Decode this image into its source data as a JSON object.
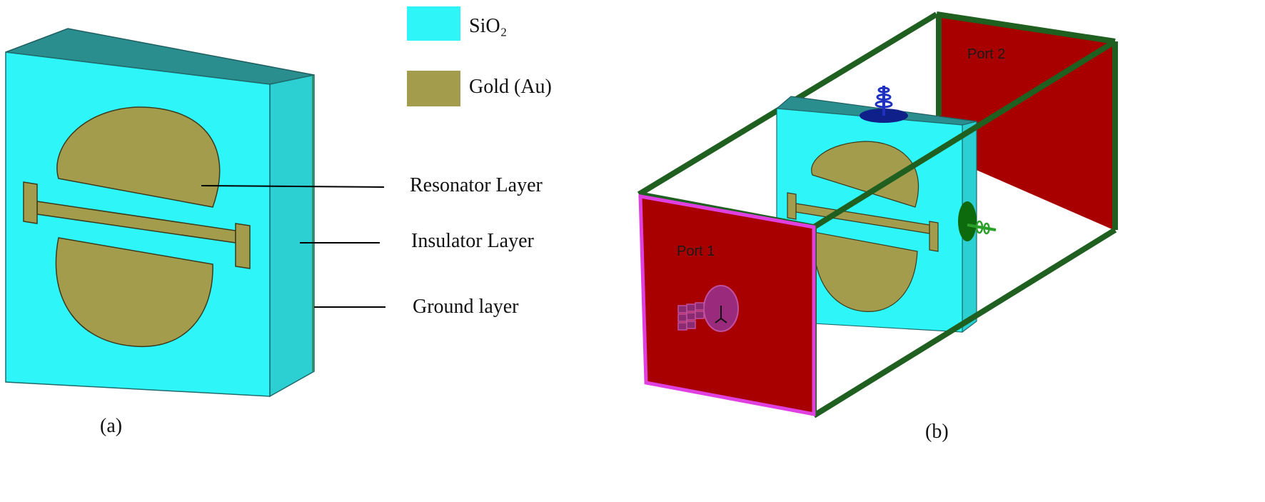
{
  "legend": {
    "items": [
      {
        "label": "SiO₂",
        "color": "#2ef6f8"
      },
      {
        "label": "Gold (Au)",
        "color": "#a29c4c"
      }
    ]
  },
  "panel_a": {
    "caption": "(a)",
    "callouts": {
      "resonator": "Resonator Layer",
      "insulator": "Insulator Layer",
      "ground": "Ground layer"
    }
  },
  "panel_b": {
    "caption": "(b)",
    "ports": {
      "port1": "Port 1",
      "port2": "Port 2"
    }
  },
  "colors": {
    "sio2_front": "#2ef6f8",
    "sio2_top": "#2a8e8f",
    "sio2_side": "#2cd0d2",
    "gold": "#a29c4c",
    "port": "#a80000",
    "port1_border": "#e040e0",
    "frame": "#1f5f1f"
  }
}
